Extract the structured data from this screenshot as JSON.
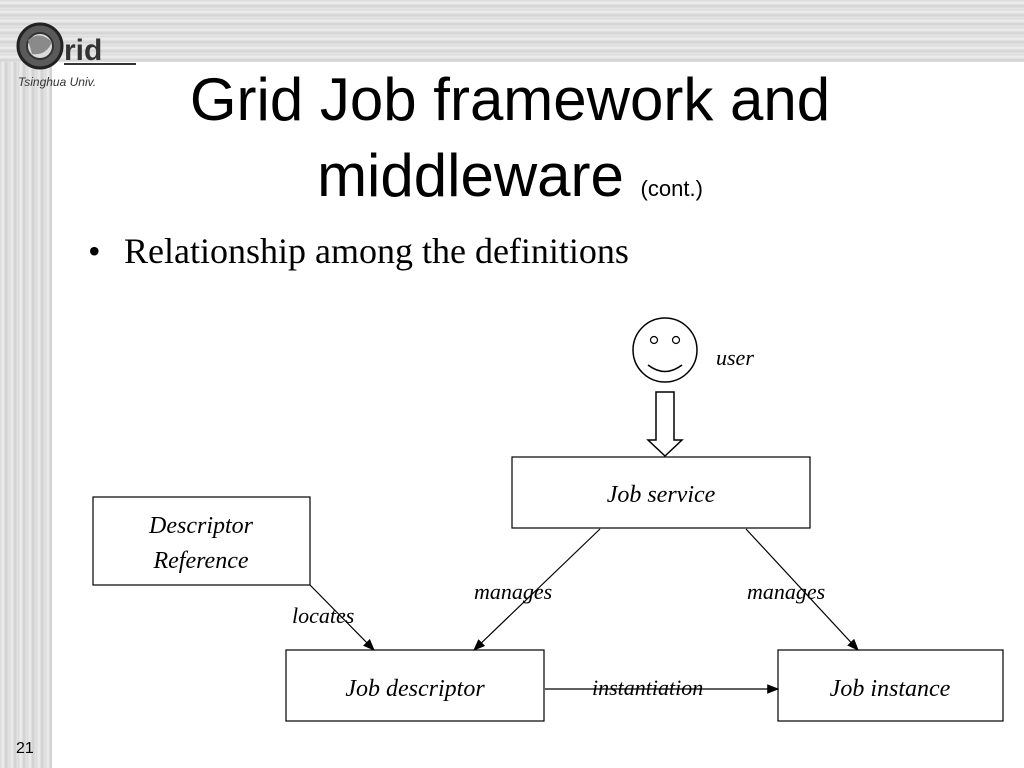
{
  "slide": {
    "title_line1": "Grid Job framework and",
    "title_line2": "middleware",
    "title_suffix": "(cont.)",
    "bullet": "Relationship among the definitions",
    "page_number": "21",
    "logo_text": "rid",
    "logo_subtext": "Tsinghua Univ."
  },
  "diagram": {
    "actor": {
      "label": "user"
    },
    "nodes": {
      "job_service": "Job service",
      "descriptor_reference_line1": "Descriptor",
      "descriptor_reference_line2": "Reference",
      "job_descriptor": "Job descriptor",
      "job_instance": "Job instance"
    },
    "edges": {
      "locates": "locates",
      "manages_left": "manages",
      "manages_right": "manages",
      "instantiation": "instantiation"
    }
  }
}
